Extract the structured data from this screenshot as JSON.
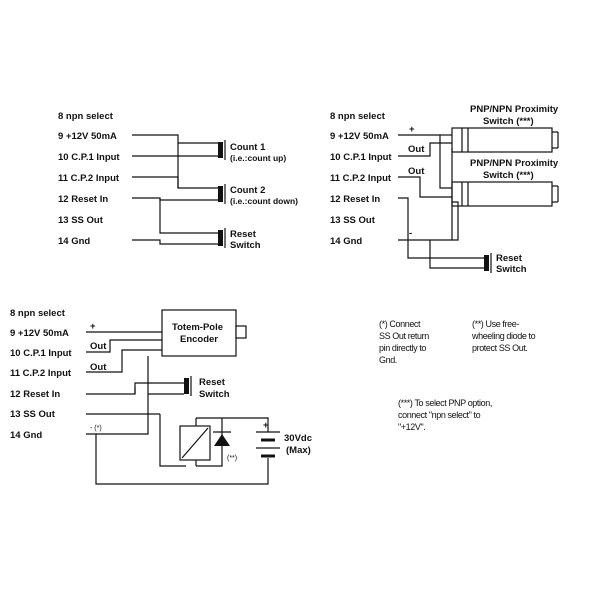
{
  "diagram_a": {
    "pins": [
      "8  npn select",
      "9  +12V 50mA",
      "10 C.P.1 Input",
      "11 C.P.2 Input",
      "12 Reset In",
      "13 SS Out",
      "14 Gnd"
    ],
    "count1": [
      "Count 1",
      "(i.e.:count up)"
    ],
    "count2": [
      "Count 2",
      "(i.e.:count down)"
    ],
    "reset": [
      "Reset",
      "Switch"
    ]
  },
  "diagram_b": {
    "pins": [
      "8  npn select",
      "9  +12V 50mA",
      "10 C.P.1 Input",
      "11 C.P.2 Input",
      "12 Reset In",
      "13 SS Out",
      "14 Gnd"
    ],
    "sensor1": [
      "PNP/NPN Proximity",
      "Switch (***)"
    ],
    "sensor2": [
      "PNP/NPN Proximity",
      "Switch (***)"
    ],
    "plus": "+",
    "minus": "-",
    "out1": "Out",
    "out2": "Out",
    "reset": [
      "Reset",
      "Switch"
    ]
  },
  "diagram_c": {
    "pins": [
      "8  npn select",
      "9  +12V 50mA",
      "10 C.P.1 Input",
      "11 C.P.2 Input",
      "12 Reset In",
      "13 SS Out",
      "14 Gnd"
    ],
    "encoder": [
      "Totem-Pole",
      "Encoder"
    ],
    "plus": "+",
    "out1": "Out",
    "out2": "Out",
    "reset": [
      "Reset",
      "Switch"
    ],
    "gnd_mark": "- (*)",
    "diode_mark": "(**)",
    "battery_plus": "+",
    "battery": [
      "30Vdc",
      "(Max)"
    ]
  },
  "notes": {
    "note1": [
      "(*) Connect",
      "SS Out return",
      "pin directly to",
      "Gnd."
    ],
    "note2": [
      "(**) Use free-",
      "wheeling diode to",
      "protect SS Out."
    ],
    "note3": [
      "(***) To select PNP option,",
      "connect \"npn select\" to",
      "\"+12V\"."
    ]
  }
}
